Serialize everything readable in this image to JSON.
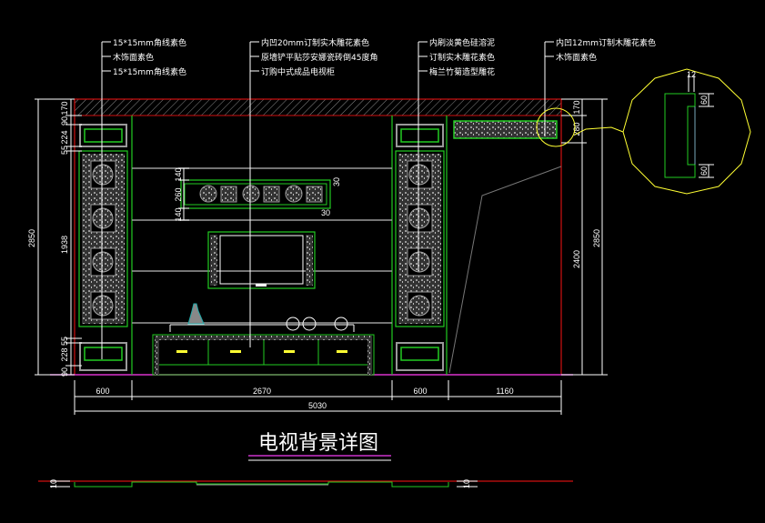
{
  "annotations": {
    "left": [
      "15*15mm角线素色",
      "木饰面素色",
      "15*15mm角线素色"
    ],
    "center": [
      "内凹20mm订制实木雕花素色",
      "原墙铲平贴莎安娜瓷砖倒45度角",
      "订购中式成品电视柜"
    ],
    "right_center": [
      "内刷淡黄色硅溶泥",
      "订制实木雕花素色",
      "梅兰竹菊造型雕花"
    ],
    "right": [
      "内凹12mm订制木雕花素色",
      "木饰面素色"
    ]
  },
  "dimensions": {
    "left_total": "2850",
    "left_chain": [
      "170",
      "90",
      "224",
      "55",
      "1938",
      "55",
      "228",
      "90"
    ],
    "right_chain": [
      "170",
      "280"
    ],
    "right_2400": "2400",
    "right_total": "2850",
    "bottom_chain": [
      "600",
      "2670",
      "600",
      "1160"
    ],
    "bottom_total": "5030",
    "panel_chain": [
      "140",
      "260",
      "140"
    ],
    "panel_offsets": [
      "30",
      "30"
    ],
    "detail": [
      "12",
      "60",
      "60"
    ],
    "plan_marks": [
      "10",
      "10"
    ]
  },
  "title": "电视背景详图",
  "colors": {
    "wall": "#d01010",
    "green": "#22cc22",
    "gray": "#9a9a9a",
    "yellow": "#ffff33",
    "magenta": "#cc33cc"
  }
}
